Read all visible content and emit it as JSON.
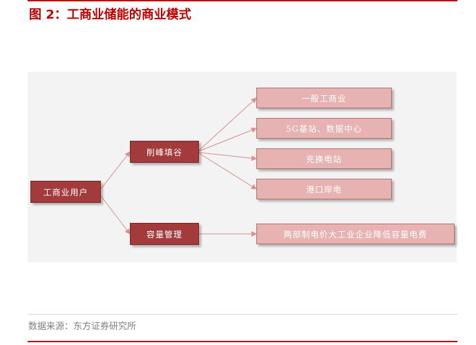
{
  "header": {
    "title": "图 2：工商业储能的商业模式"
  },
  "diagram": {
    "root": {
      "label": "工商业用户"
    },
    "branches": [
      {
        "label": "削峰填谷",
        "leaves": [
          "一般工商业",
          "5G基站、数据中心",
          "充换电站",
          "港口岸电"
        ]
      },
      {
        "label": "容量管理",
        "leaves": [
          "两部制电价大工业企业降低容量电费"
        ]
      }
    ],
    "colors": {
      "dark_box": "#a33a3b",
      "light_box": "#e7b2b2",
      "connector": "#d98f8f",
      "accent": "#c00000"
    }
  },
  "footer": {
    "source": "数据来源：东方证券研究所"
  }
}
